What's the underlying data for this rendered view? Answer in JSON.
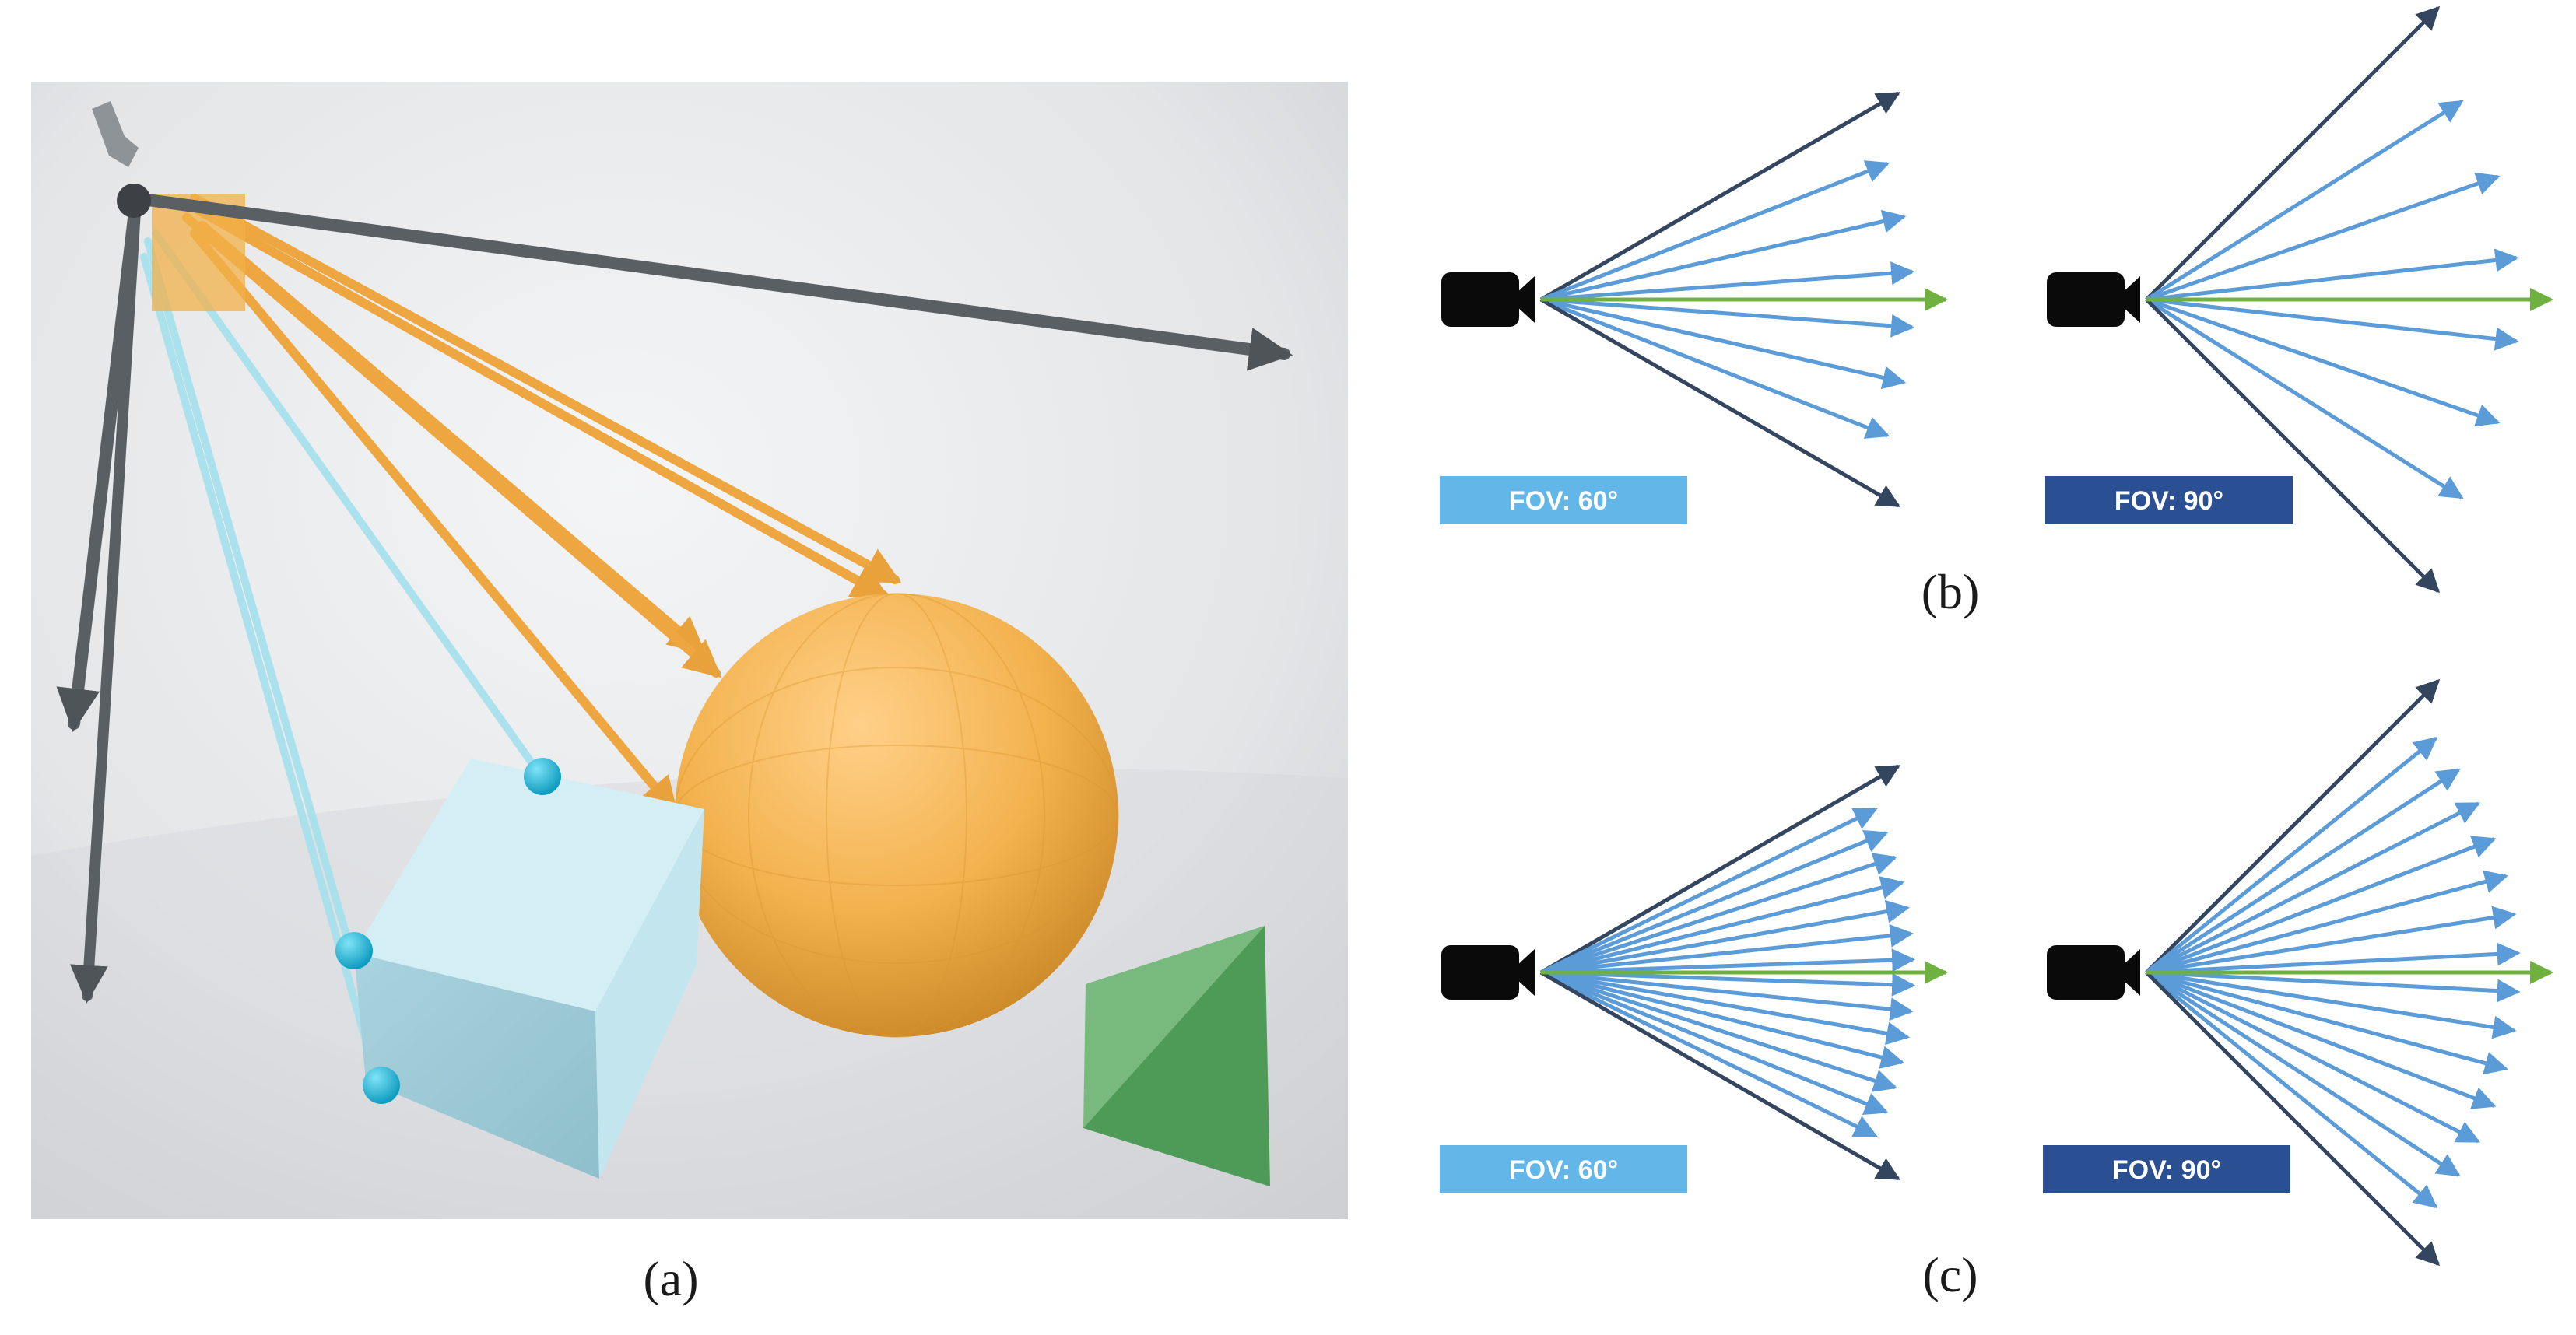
{
  "panels": {
    "a": {
      "caption": "(a)"
    },
    "b": {
      "caption": "(b)",
      "diagrams": [
        {
          "fov_label": "FOV: 60°",
          "label_color": "#63b6e8",
          "fov_degrees": 60,
          "ray_count": 8
        },
        {
          "fov_label": "FOV: 90°",
          "label_color": "#2b4f93",
          "fov_degrees": 90,
          "ray_count": 8
        }
      ]
    },
    "c": {
      "caption": "(c)",
      "diagrams": [
        {
          "fov_label": "FOV: 60°",
          "label_color": "#63b6e8",
          "fov_degrees": 60,
          "ray_count": 16
        },
        {
          "fov_label": "FOV: 90°",
          "label_color": "#2b4f93",
          "fov_degrees": 90,
          "ray_count": 16
        }
      ]
    }
  },
  "colors": {
    "edge_ray": "#34465f",
    "inner_ray": "#5b9bd8",
    "center_ray": "#6fb13f",
    "camera": "#0a0a0a",
    "sphere": "#f3b24e",
    "cube": "#b9e0ea",
    "hit_marker": "#19b3d4",
    "pyramid": "#5fa866",
    "axis": "#555a60"
  },
  "icons": {
    "camera": "camera-icon"
  }
}
